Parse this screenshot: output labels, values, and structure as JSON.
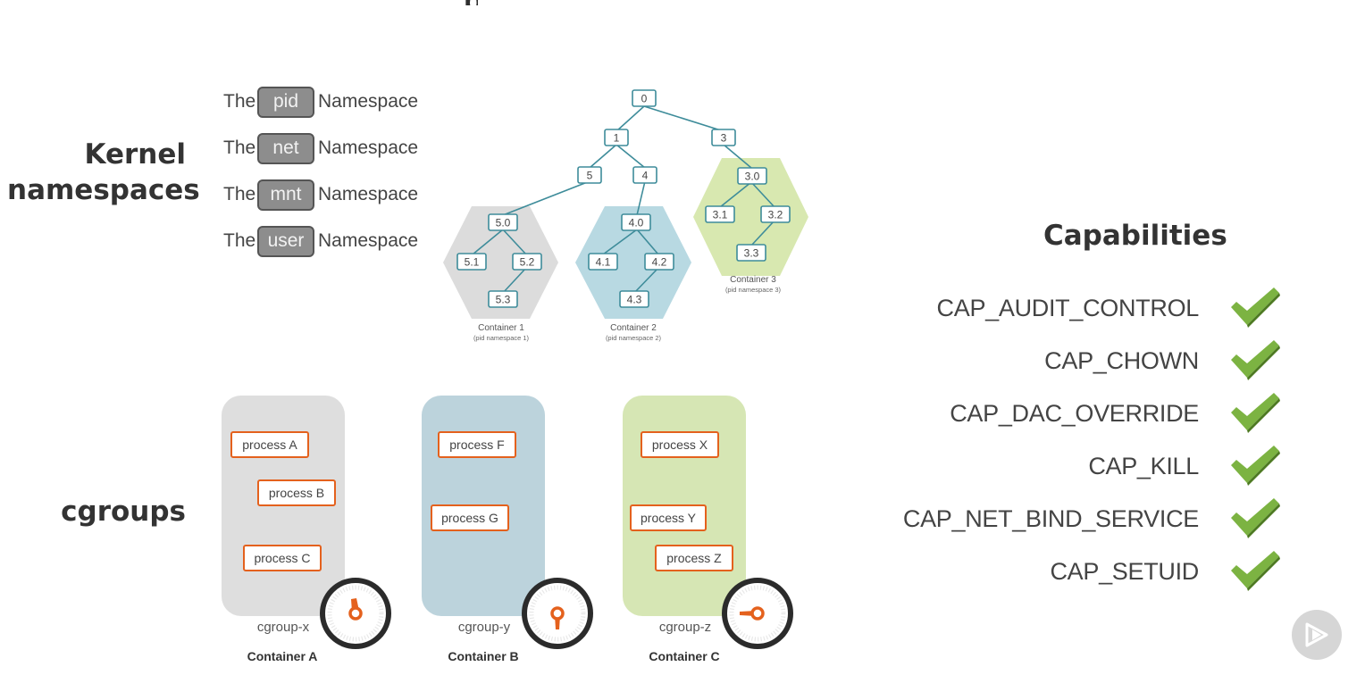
{
  "header": {
    "title_fragment": "p"
  },
  "kernel": {
    "title": "Kernel namespaces",
    "namespaces": [
      {
        "prefix": "The",
        "name": "pid",
        "suffix": "Namespace"
      },
      {
        "prefix": "The",
        "name": "net",
        "suffix": "Namespace"
      },
      {
        "prefix": "The",
        "name": "mnt",
        "suffix": "Namespace"
      },
      {
        "prefix": "The",
        "name": "user",
        "suffix": "Namespace"
      }
    ],
    "tree": {
      "nodes": [
        "0",
        "1",
        "3",
        "5",
        "4",
        "3.0",
        "3.1",
        "3.2",
        "3.3",
        "5.0",
        "5.1",
        "5.2",
        "5.3",
        "4.0",
        "4.1",
        "4.2",
        "4.3"
      ],
      "containers": [
        {
          "name": "Container 1",
          "sub": "(pid namespace 1)",
          "color": "#dcdcdc"
        },
        {
          "name": "Container 2",
          "sub": "(pid namespace 2)",
          "color": "#b8d9e2"
        },
        {
          "name": "Container 3",
          "sub": "(pid namespace 3)",
          "color": "#d8e8b0"
        }
      ]
    }
  },
  "cgroups": {
    "title": "cgroups",
    "groups": [
      {
        "cgroup": "cgroup-x",
        "container": "Container A",
        "color": "#dedede",
        "processes": [
          "process A",
          "process B",
          "process C"
        ]
      },
      {
        "cgroup": "cgroup-y",
        "container": "Container B",
        "color": "#bcd3dc",
        "processes": [
          "process F",
          "process G"
        ]
      },
      {
        "cgroup": "cgroup-z",
        "container": "Container C",
        "color": "#d6e6b4",
        "processes": [
          "process X",
          "process Y",
          "process Z"
        ]
      }
    ]
  },
  "capabilities": {
    "title": "Capabilities",
    "items": [
      "CAP_AUDIT_CONTROL",
      "CAP_CHOWN",
      "CAP_DAC_OVERRIDE",
      "CAP_KILL",
      "CAP_NET_BIND_SERVICE",
      "CAP_SETUID"
    ],
    "check_color": "#7cb342"
  },
  "icons": {
    "play": "play-icon",
    "check": "check-icon",
    "gauge": "gauge-icon"
  }
}
